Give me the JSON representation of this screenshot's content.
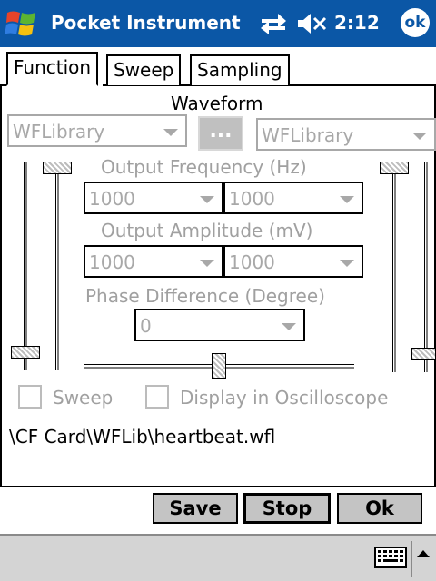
{
  "titlebar": {
    "title": "Pocket Instrument",
    "clock": "2:12",
    "ok_label": "ok",
    "start_icon": "windows-flag-icon",
    "connectivity_icon": "connectivity-arrows-icon",
    "volume_icon": "speaker-muted-icon",
    "color": "#0b57a6"
  },
  "tabs": [
    {
      "label": "Function",
      "active": true
    },
    {
      "label": "Sweep",
      "active": false
    },
    {
      "label": "Sampling",
      "active": false
    }
  ],
  "waveform": {
    "label": "Waveform",
    "left_value": "WFLibrary",
    "right_value": "WFLibrary",
    "browse_label": "..."
  },
  "frequency": {
    "label": "Output Frequency (Hz)",
    "left_value": "1000",
    "right_value": "1000"
  },
  "amplitude": {
    "label": "Output Amplitude (mV)",
    "left_value": "1000",
    "right_value": "1000"
  },
  "phase": {
    "label": "Phase Difference (Degree)",
    "value": "0"
  },
  "sliders": {
    "left_outer_level": 0.06,
    "left_inner_level": 1.0,
    "right_inner_level": 1.0,
    "right_outer_level": 0.06,
    "phase_level": 0.5
  },
  "options": {
    "sweep_label": "Sweep",
    "sweep_checked": false,
    "oscilloscope_label": "Display in Oscilloscope",
    "oscilloscope_checked": false
  },
  "file_path": "\\CF Card\\WFLib\\heartbeat.wfl",
  "buttons": {
    "save": "Save",
    "stop": "Stop",
    "ok": "Ok"
  },
  "bottombar": {
    "keyboard_icon": "keyboard-icon",
    "sip_arrow_icon": "up-arrow-icon"
  }
}
